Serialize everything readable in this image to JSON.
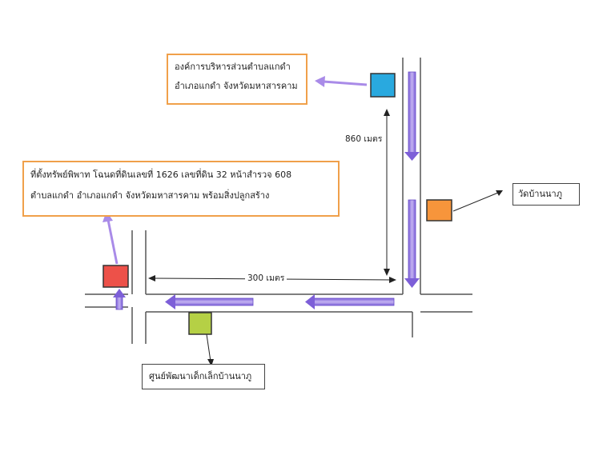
{
  "labels": {
    "office_line1": "องค์การบริหารส่วนตำบลแกดำ",
    "office_line2": "อำเภอแกดำ จังหวัดมหาสารคาม",
    "property_line1": "ที่ตั้งทรัพย์พิพาท โฉนดที่ดินเลขที่ 1626 เลขที่ดิน 32 หน้าสำรวจ 608",
    "property_line2": "ตำบลแกดำ อำเภอแกดำ จังหวัดมหาสารคาม พร้อมสิ่งปลูกสร้าง",
    "temple": "วัดบ้านนาภู",
    "child_center": "ศูนย์พัฒนาเด็กเล็กบ้านนาภู"
  },
  "distances": {
    "vertical": "860 เมตร",
    "horizontal": "300 เมตร"
  },
  "colors": {
    "office_marker": "#29a9df",
    "temple_marker": "#f7953b",
    "property_marker": "#ed5149",
    "center_marker": "#b5d045",
    "route_arrow": "#9b7fe6",
    "callout_border": "#f0a04a"
  }
}
